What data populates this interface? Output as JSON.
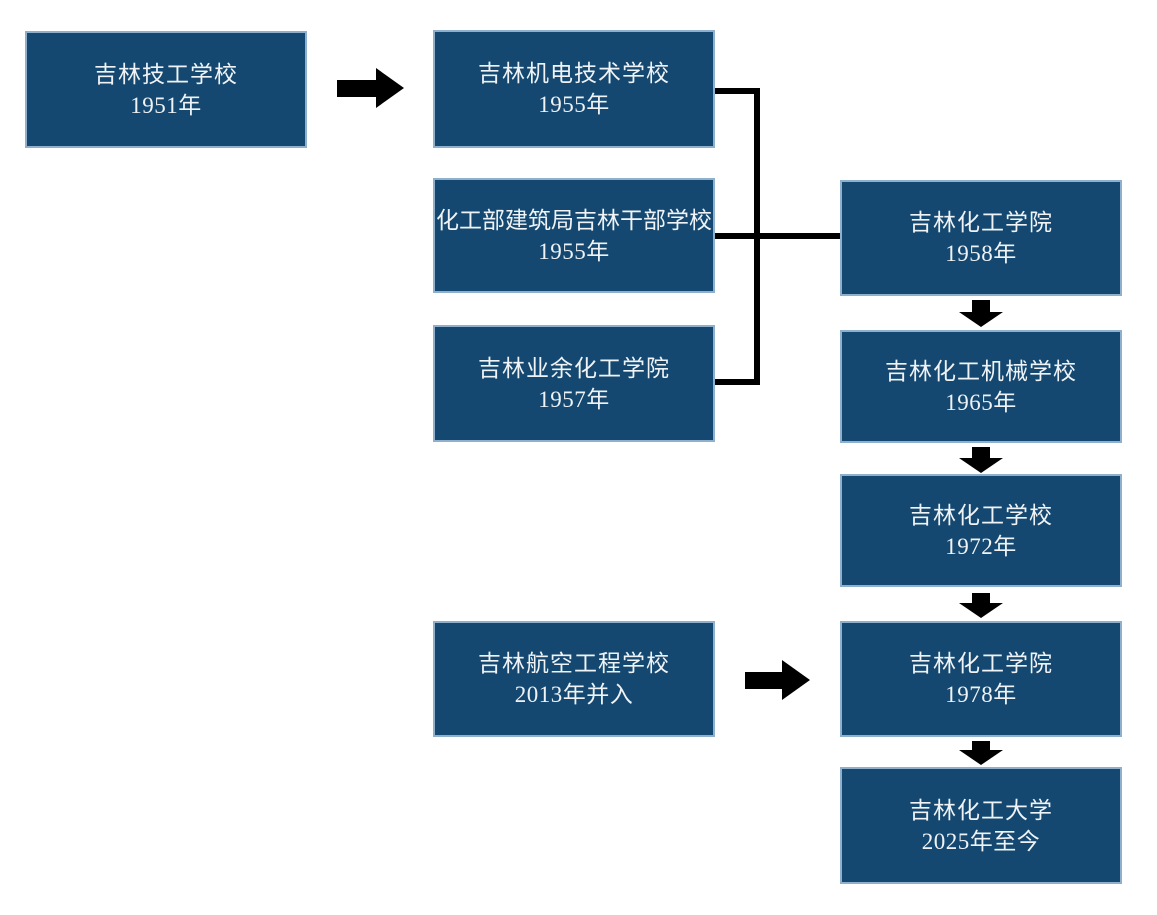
{
  "diagram": {
    "type": "flowchart",
    "colors": {
      "node_fill": "#154870",
      "node_border": "#8FB0CC",
      "node_text": "#EFF3F6",
      "connector": "#000000",
      "background": "#FFFFFF"
    },
    "nodes": [
      {
        "name": "吉林技工学校",
        "year": "1951年"
      },
      {
        "name": "吉林机电技术学校",
        "year": "1955年"
      },
      {
        "name": "化工部建筑局吉林干部学校",
        "year": "1955年"
      },
      {
        "name": "吉林业余化工学院",
        "year": "1957年"
      },
      {
        "name": "吉林化工学院",
        "year": "1958年"
      },
      {
        "name": "吉林化工机械学校",
        "year": "1965年"
      },
      {
        "name": "吉林化工学校",
        "year": "1972年"
      },
      {
        "name": "吉林航空工程学校",
        "year": "2013年并入"
      },
      {
        "name": "吉林化工学院",
        "year": "1978年"
      },
      {
        "name": "吉林化工大学",
        "year": "2025年至今"
      }
    ],
    "edges": [
      {
        "from": "吉林技工学校 1951年",
        "to": "吉林机电技术学校 1955年",
        "style": "block-arrow-right"
      },
      {
        "from": "吉林机电技术学校 1955年",
        "to": "吉林化工学院 1958年",
        "style": "merge-line"
      },
      {
        "from": "化工部建筑局吉林干部学校 1955年",
        "to": "吉林化工学院 1958年",
        "style": "merge-line"
      },
      {
        "from": "吉林业余化工学院 1957年",
        "to": "吉林化工学院 1958年",
        "style": "merge-line"
      },
      {
        "from": "吉林化工学院 1958年",
        "to": "吉林化工机械学校 1965年",
        "style": "block-arrow-down"
      },
      {
        "from": "吉林化工机械学校 1965年",
        "to": "吉林化工学校 1972年",
        "style": "block-arrow-down"
      },
      {
        "from": "吉林化工学校 1972年",
        "to": "吉林化工学院 1978年",
        "style": "block-arrow-down"
      },
      {
        "from": "吉林航空工程学校 2013年并入",
        "to": "吉林化工学院 1978年",
        "style": "block-arrow-right"
      },
      {
        "from": "吉林化工学院 1978年",
        "to": "吉林化工大学 2025年至今",
        "style": "block-arrow-down"
      }
    ]
  }
}
